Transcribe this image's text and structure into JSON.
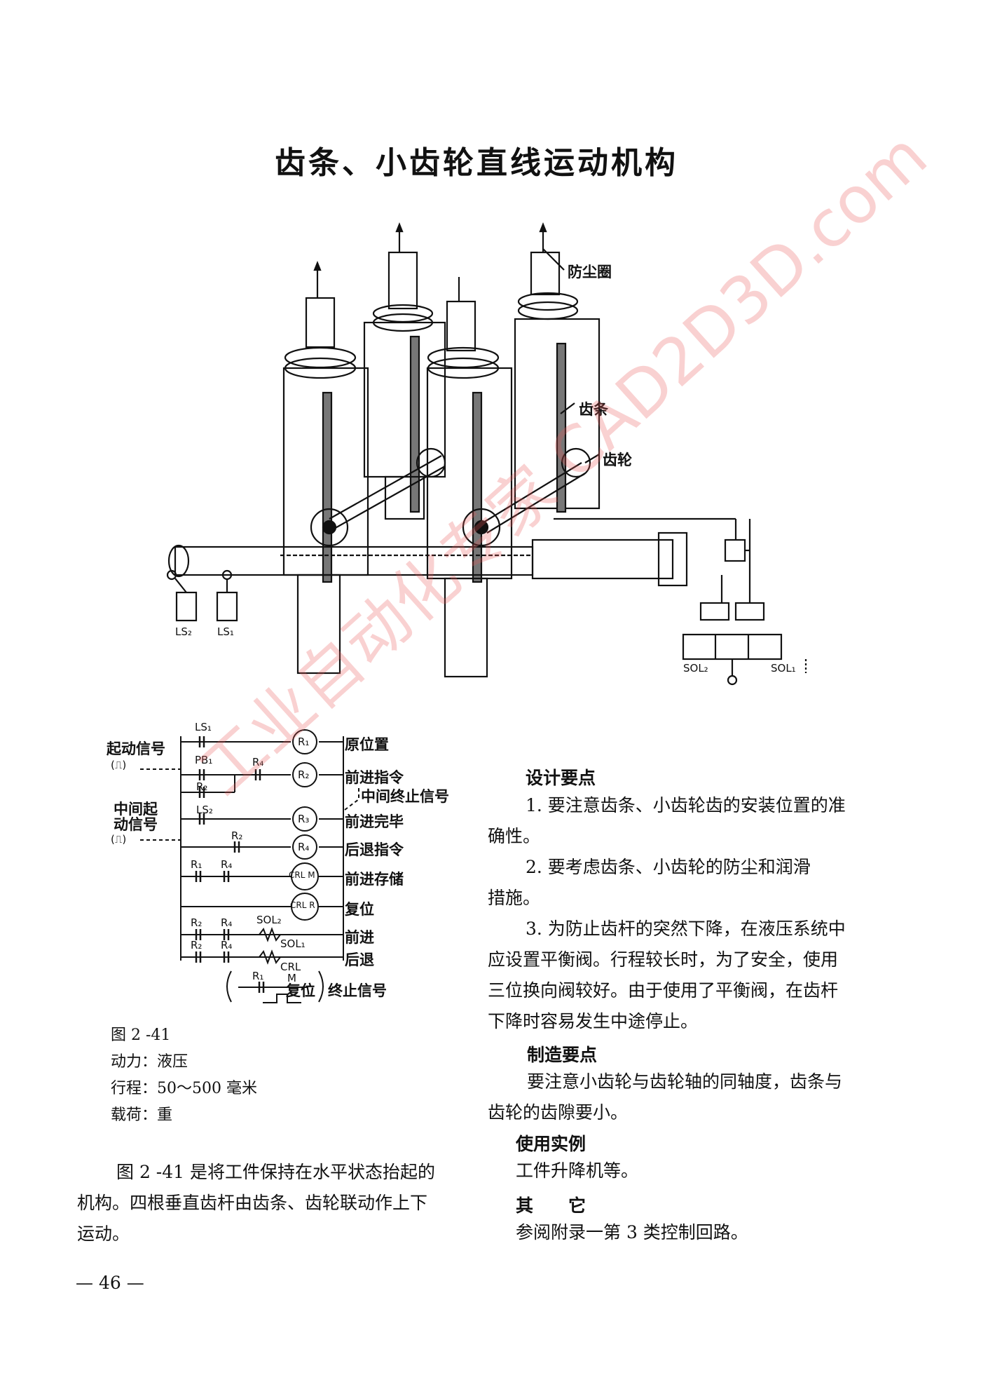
{
  "page": {
    "title": "齿条、小齿轮直线运动机构",
    "page_number": "— 46 —",
    "watermark": "工业自动化专家 CAD2D3D.com"
  },
  "mechanism": {
    "labels": {
      "dust_ring": "防尘圈",
      "rack": "齿条",
      "gear": "齿轮",
      "ls2": "LS₂",
      "ls1": "LS₁",
      "sol2": "SOL₂",
      "sol1": "SOL₁"
    }
  },
  "circuit": {
    "signals": {
      "start": "起动信号",
      "start_pulse": "(⎍)",
      "mid_start_1": "中间起",
      "mid_start_2": "动信号",
      "mid_pulse": "(⎍)",
      "mid_end": "中间终止信号",
      "end": "终止信号"
    },
    "outputs": [
      "原位置",
      "前进指令",
      "前进完毕",
      "后退指令",
      "前进存储",
      "复位",
      "前进",
      "后退"
    ],
    "reset_inline": "复位",
    "contacts": {
      "ls1": "LS₁",
      "pb1": "PB₁",
      "r4a": "R₄",
      "r2a": "R₂",
      "ls2": "LS₂",
      "r2b": "R₂",
      "r1a": "R₁",
      "r4b": "R₄",
      "r2c": "R₂",
      "r4c": "R₄",
      "sol2": "SOL₂",
      "r2d": "R₂",
      "r4d": "R₄",
      "sol1": "SOL₁",
      "r1b": "R₁",
      "crl_m": "CRL",
      "crl_m2": "M"
    },
    "coils": [
      "R₁",
      "R₂",
      "R₃",
      "R₄",
      "CRL M",
      "CRL R"
    ]
  },
  "figure_info": {
    "number": "图 2 -41",
    "power": "动力：液压",
    "stroke": "行程：50～500 毫米",
    "load": "载荷：重"
  },
  "description": {
    "text_line1": "图 2 -41 是将工件保持在水平状态抬起的",
    "text_line2": "机构。四根垂直齿杆由齿条、齿轮联动作上下",
    "text_line3": "运动。"
  },
  "design_points": {
    "heading": "设计要点",
    "item1_line1": "1. 要注意齿条、小齿轮齿的安装位置的准",
    "item1_line2": "确性。",
    "item2_line1": "2. 要考虑齿条、小齿轮的防尘和润滑",
    "item2_line2": "措施。",
    "item3_line1": "3. 为防止齿杆的突然下降，在液压系统中",
    "item3_line2": "应设置平衡阀。行程较长时，为了安全，使用",
    "item3_line3": "三位换向阀较好。由于使用了平衡阀，在齿杆",
    "item3_line4": "下降时容易发生中途停止。"
  },
  "manufacturing_points": {
    "heading": "制造要点",
    "line1": "要注意小齿轮与齿轮轴的同轴度，齿条与",
    "line2": "齿轮的齿隙要小。"
  },
  "usage_examples": {
    "heading": "使用实例",
    "text": "工件升降机等。"
  },
  "other": {
    "heading": "其　　它",
    "text": "参阅附录一第 3 类控制回路。"
  }
}
